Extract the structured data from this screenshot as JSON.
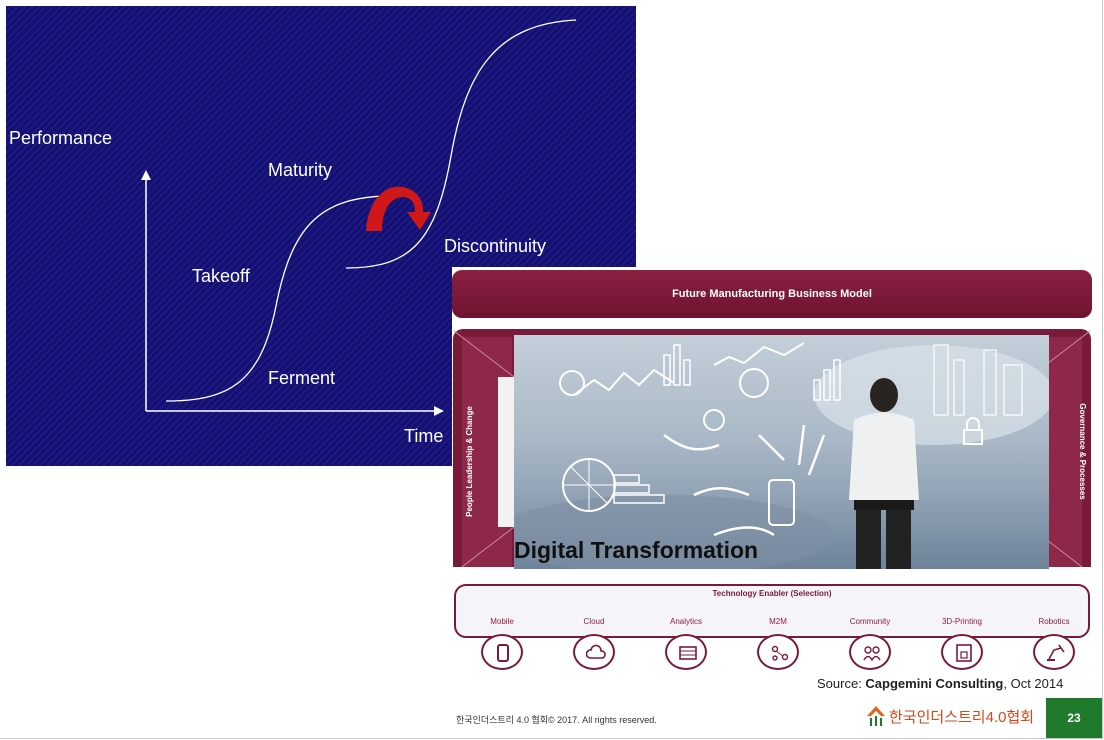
{
  "scurve": {
    "ylabel": "Performance",
    "xlabel": "Time",
    "stages": {
      "ferment": "Ferment",
      "takeoff": "Takeoff",
      "maturity": "Maturity",
      "discontinuity": "Discontinuity"
    }
  },
  "digital": {
    "header": "Future Manufacturing Business Model",
    "left_side": "People Leadership & Change",
    "right_side": "Governance & Processes",
    "title": "Digital Transformation",
    "tech_title": "Technology Enabler (Selection)",
    "tech_items": [
      {
        "label": "Mobile",
        "icon": "mobile-icon"
      },
      {
        "label": "Cloud",
        "icon": "cloud-icon"
      },
      {
        "label": "Analytics",
        "icon": "analytics-icon"
      },
      {
        "label": "M2M",
        "icon": "m2m-icon"
      },
      {
        "label": "Community",
        "icon": "community-icon"
      },
      {
        "label": "3D-Printing",
        "icon": "3d-printing-icon"
      },
      {
        "label": "Robotics",
        "icon": "robotics-icon"
      }
    ]
  },
  "source": {
    "prefix": "Source: ",
    "org": "Capgemini Consulting",
    "suffix": ", Oct 2014"
  },
  "footer": {
    "copyright": "한국인더스트리 4.0 협회© 2017. All rights reserved.",
    "logo_text": "한국인더스트리4.0협회",
    "page": "23"
  },
  "colors": {
    "navy": "#1a177c",
    "maroon": "#7a1a3a",
    "green": "#1f7a2b",
    "arrow_red": "#d01818"
  }
}
